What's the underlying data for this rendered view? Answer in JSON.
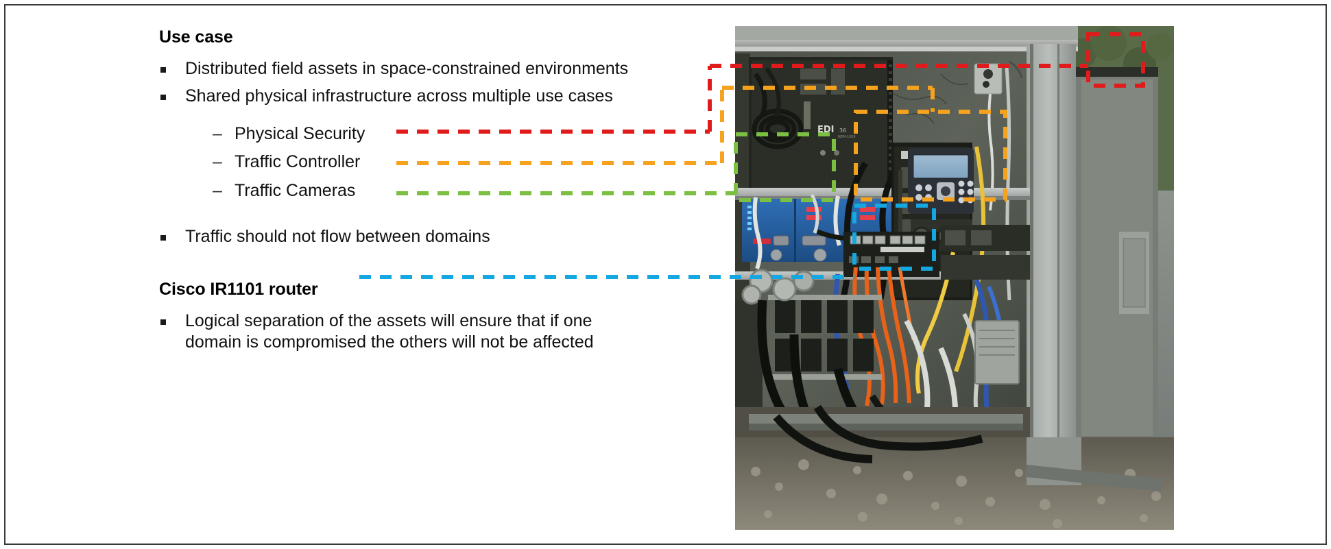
{
  "slide": {
    "border_color": "#3a3a3a",
    "background": "#ffffff"
  },
  "content": {
    "heading_use_case": "Use case",
    "bullets": [
      {
        "marker": "square",
        "text": "Distributed field assets in space-constrained environments"
      },
      {
        "marker": "square",
        "text": "Shared physical infrastructure across multiple use cases"
      }
    ],
    "sub_bullets": [
      {
        "marker": "dash",
        "text": "Physical Security",
        "color": "#e01b1b"
      },
      {
        "marker": "dash",
        "text": "Traffic Controller",
        "color": "#f5a21e"
      },
      {
        "marker": "dash",
        "text": "Traffic Cameras",
        "color": "#7cc043"
      }
    ],
    "bullet_traffic_flow": {
      "marker": "square",
      "text": "Traffic should not flow between domains"
    },
    "heading_router": "Cisco IR1101 router",
    "router_line_color": "#14a7e0",
    "router_bullet": {
      "marker": "square",
      "line1": "Logical separation of the assets will ensure that if one",
      "line2": "domain is compromised the others will not be affected"
    }
  },
  "callouts": [
    {
      "name": "physical-security",
      "color": "#e01b1b",
      "label": "Physical Security",
      "target": "dome-camera-top-right"
    },
    {
      "name": "traffic-controller",
      "color": "#f5a21e",
      "label": "Traffic Controller",
      "target": "traffic-controller-cabinet"
    },
    {
      "name": "traffic-cameras",
      "color": "#7cc043",
      "label": "Traffic Cameras",
      "target": "camera-switches"
    },
    {
      "name": "cisco-ir1101-router",
      "color": "#14a7e0",
      "label": "Cisco IR1101 router",
      "target": "ir1101-router"
    }
  ],
  "photo": {
    "alt_name": "roadside-equipment-cabinet-photo",
    "description": "Open roadside traffic equipment cabinet with networking gear and cabling"
  }
}
